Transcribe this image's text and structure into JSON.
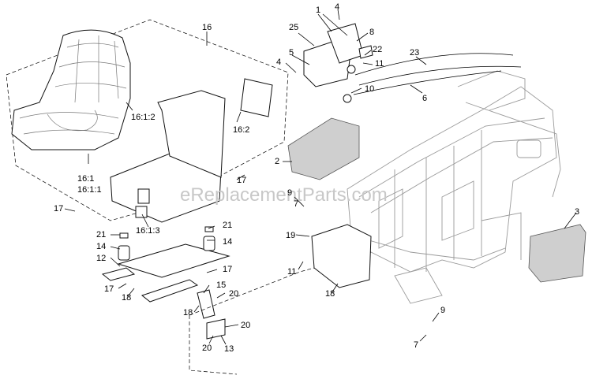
{
  "watermark": "eReplacementParts.com",
  "labels": {
    "p1": "1",
    "p2": "2",
    "p3": "3",
    "p4a": "4",
    "p4b": "4",
    "p5": "5",
    "p6": "6",
    "p7a": "7",
    "p7b": "7",
    "p8": "8",
    "p9a": "9",
    "p9b": "9",
    "p10": "10",
    "p11a": "11",
    "p11b": "11",
    "p12": "12",
    "p13": "13",
    "p14a": "14",
    "p14b": "14",
    "p15": "15",
    "p16": "16",
    "p16_1": "16:1",
    "p16_1_1": "16:1:1",
    "p16_1_2": "16:1:2",
    "p16_1_3": "16:1:3",
    "p16_2": "16:2",
    "p17a": "17",
    "p17b": "17",
    "p17c": "17",
    "p17d": "17",
    "p18a": "18",
    "p18b": "18",
    "p18c": "18",
    "p19": "19",
    "p20a": "20",
    "p20b": "20",
    "p20c": "20",
    "p21a": "21",
    "p21b": "21",
    "p22": "22",
    "p23": "23",
    "p25": "25"
  }
}
